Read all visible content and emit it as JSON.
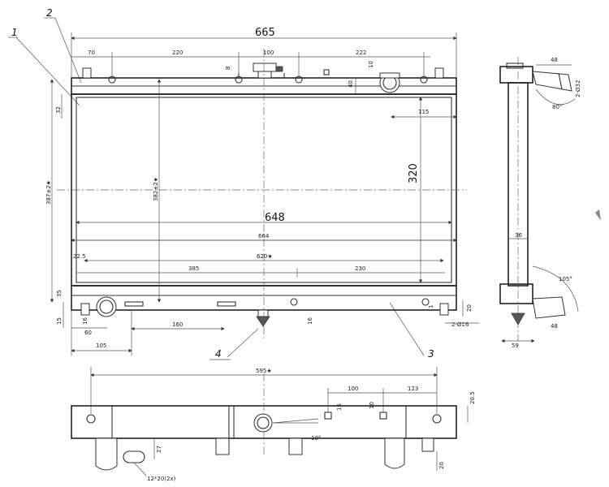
{
  "callouts": [
    "1",
    "2",
    "3",
    "4"
  ],
  "front": {
    "overall_width": "665",
    "core_width": "648",
    "inner_width": "664",
    "span_620": "620★",
    "core_height": "320",
    "left_height": "387±2★",
    "inner_height": "382±2★",
    "top_dims": [
      "70",
      "220",
      "100",
      "222"
    ],
    "dim_8": "8",
    "dim_10": "10",
    "dim_40": "40",
    "dim_32": "32",
    "dim_115": "115",
    "dim_22_5": "22.5",
    "dim_385": "385",
    "dim_230": "230",
    "dim_35": "35",
    "dim_15": "15",
    "dim_16a": "16",
    "dim_60": "60",
    "dim_160": "160",
    "dim_16b": "16",
    "dim_105": "105",
    "dim_1": "1",
    "dim_20": "20",
    "hole_spec": "2-Ø16"
  },
  "side": {
    "dim_48_top": "48",
    "dim_phi32": "2-Ø32",
    "angle_80": "80°",
    "dim_36": "36",
    "angle_105": "105°",
    "dim_48_bot": "48",
    "dim_59": "59"
  },
  "bottom": {
    "span_595": "595★",
    "dim_100": "100",
    "dim_123": "123",
    "dim_15": "15",
    "dim_10": "10",
    "dim_20_5": "20.5",
    "dim_27": "27",
    "dim_20": "20",
    "angle_10": "10°",
    "slot_spec": "12*20(2x)"
  }
}
